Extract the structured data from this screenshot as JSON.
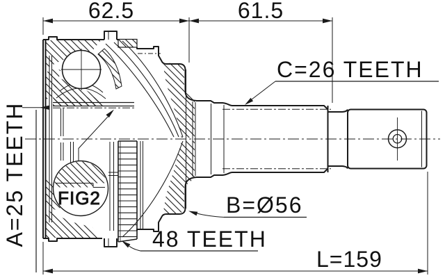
{
  "figure": {
    "detail_label": "FIG2"
  },
  "dimensions": {
    "width_left": "62.5",
    "width_right": "61.5",
    "length_overall": "L=159"
  },
  "callouts": {
    "inner_spline": "A=25 TEETH",
    "shaft_spline": "C=26 TEETH",
    "body_diameter": "B=Ø56",
    "abs_ring": "48 TEETH"
  },
  "colors": {
    "line": "#1a1a1a",
    "background": "#ffffff"
  }
}
